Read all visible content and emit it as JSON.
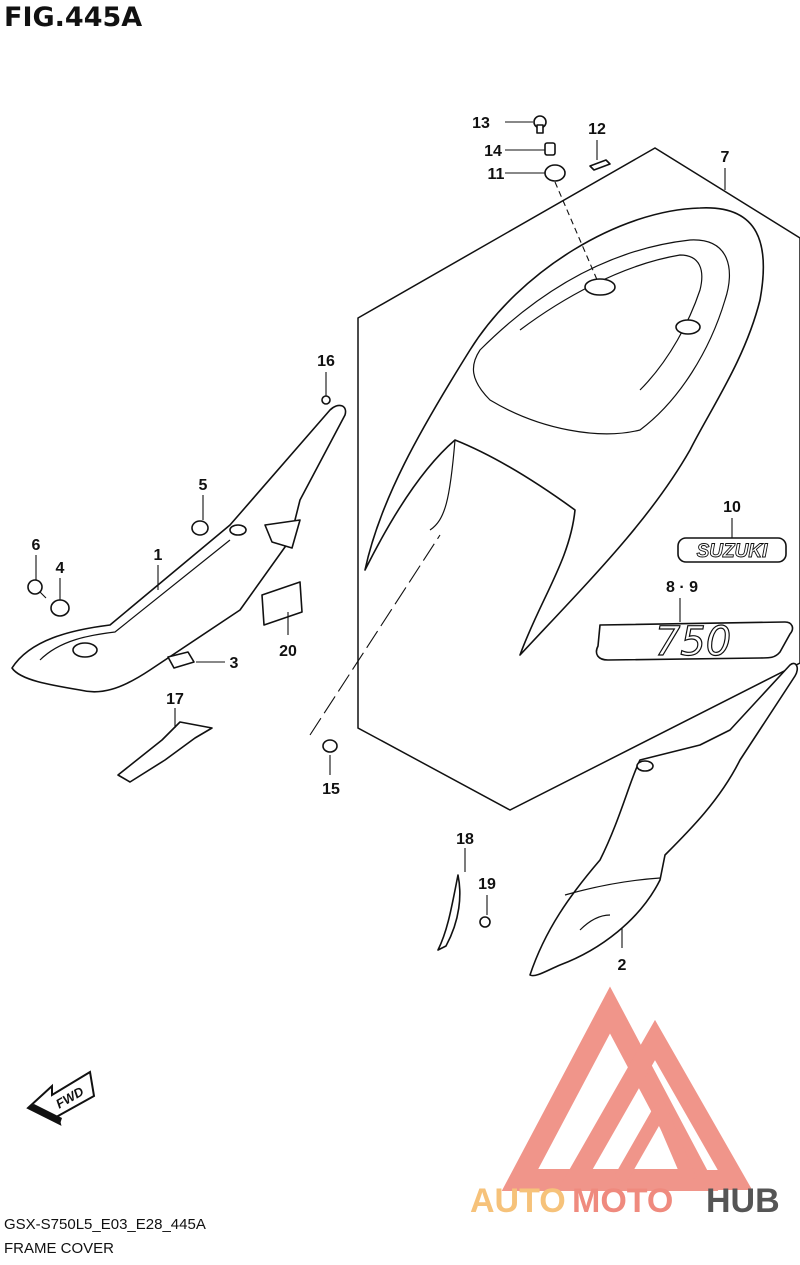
{
  "figure": {
    "title": "FIG.445A"
  },
  "footer": {
    "code": "GSX-S750L5_E03_E28_445A",
    "caption": "FRAME COVER"
  },
  "direction_arrow": {
    "label": "FWD"
  },
  "decals": {
    "brand_text": "SUZUKI",
    "model_text": "750"
  },
  "watermark": {
    "text_a": "AUTO",
    "text_b": "MOTO",
    "text_c": "HUB"
  },
  "callouts": {
    "c1": "1",
    "c2": "2",
    "c3": "3",
    "c4": "4",
    "c5": "5",
    "c6": "6",
    "c7": "7",
    "c8_9": "8 · 9",
    "c10": "10",
    "c11": "11",
    "c12": "12",
    "c13": "13",
    "c14": "14",
    "c15": "15",
    "c16": "16",
    "c17": "17",
    "c18": "18",
    "c19": "19",
    "c20": "20"
  },
  "colors": {
    "line": "#111111",
    "watermark_red": "#ef8a7e",
    "watermark_orange": "#f6c27a",
    "watermark_grey": "#555555"
  }
}
